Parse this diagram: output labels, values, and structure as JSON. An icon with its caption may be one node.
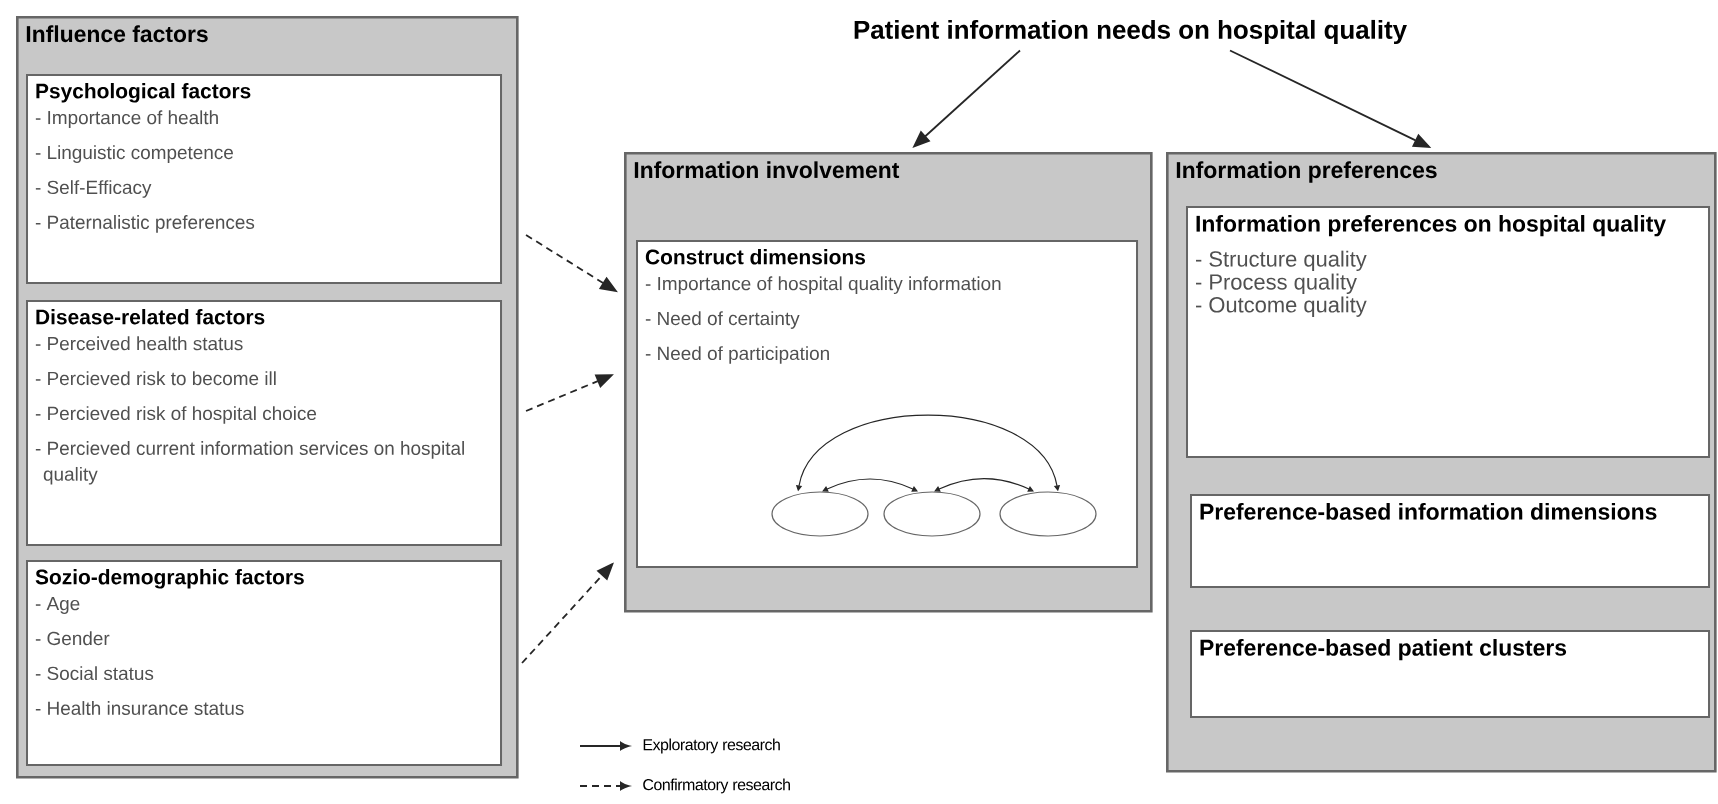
{
  "diagram": {
    "nodes": [
      {
        "text": [
          "Patient information needs on hospital quality"
        ]
      },
      {
        "text": [
          "Influence factors"
        ]
      },
      {
        "text": [
          "Psychological factors",
          "- Importance of health",
          "- Linguistic competence",
          "- Self-Efficacy",
          "- Paternalistic preferences"
        ],
        "in": 1
      },
      {
        "text": [
          "Disease-related factors",
          "- Perceived health status",
          "- Percieved risk to become ill",
          "- Percieved risk of hospital choice",
          "- Percieved current information services on hospital quality"
        ],
        "in": 1
      },
      {
        "text": [
          "Sozio-demographic factors",
          "- Age",
          "- Gender",
          "- Social status",
          "- Health insurance status"
        ],
        "in": 1
      },
      {
        "text": [
          "Information involvement"
        ]
      },
      {
        "text": [
          "Construct dimensions",
          "- Importance of hospital quality information",
          "- Need of certainty",
          "- Need of participation"
        ],
        "in": 5
      },
      {
        "text": [],
        "shape": "ellipse",
        "in": 6
      },
      {
        "text": [],
        "shape": "ellipse",
        "in": 6
      },
      {
        "text": [],
        "shape": "ellipse",
        "in": 6
      },
      {
        "text": [
          "Information preferences"
        ]
      },
      {
        "text": [
          "Information preferences on hospital quality",
          "- Structure quality",
          "- Process quality",
          "- Outcome quality"
        ],
        "in": 10
      },
      {
        "text": [
          "Preference-based information dimensions"
        ],
        "in": 10
      },
      {
        "text": [
          "Preference-based patient clusters"
        ],
        "in": 10
      }
    ],
    "edges": [
      {
        "from": 0,
        "to": 5,
        "arrow": "to"
      },
      {
        "from": 0,
        "to": 10,
        "arrow": "to"
      },
      {
        "from": 2,
        "to": 5,
        "arrow": "to",
        "style": "dashed"
      },
      {
        "from": 3,
        "to": 5,
        "arrow": "to",
        "style": "dashed"
      },
      {
        "from": 4,
        "to": 5,
        "arrow": "to",
        "style": "dashed"
      },
      {
        "from": 7,
        "to": 9,
        "arrow": "both"
      },
      {
        "from": 7,
        "to": 8,
        "arrow": "both"
      },
      {
        "from": 8,
        "to": 9,
        "arrow": "both"
      }
    ],
    "legend": [
      {
        "text": "Exploratory research"
      },
      {
        "text": "Confirmatory research"
      }
    ]
  }
}
